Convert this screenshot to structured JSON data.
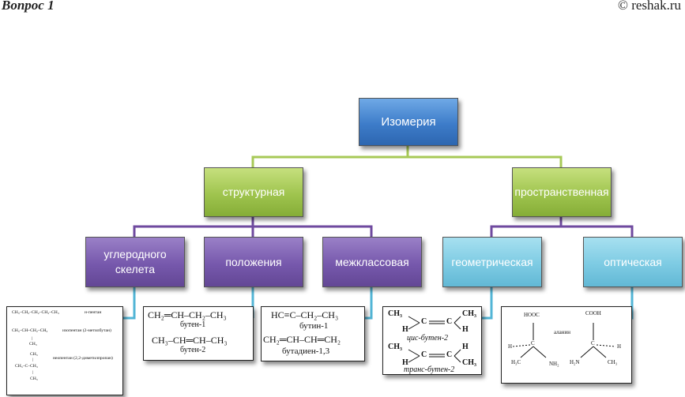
{
  "header": {
    "left": "Вопрос 1",
    "right": "© reshak.ru"
  },
  "colors": {
    "root": "#3d7cc9",
    "level2": "#9fc44e",
    "purple": "#7658ac",
    "cyan": "#7dcbe3",
    "green_line": "#a7c957",
    "purple_line": "#6f4a9f",
    "cyan_line": "#52b5d6"
  },
  "nodes": {
    "root": "Изомерия",
    "structural": "структурная",
    "spatial": "пространственная",
    "carbon_line1": "углеродного",
    "carbon_line2": "скелета",
    "position": "положения",
    "interclass": "межклассовая",
    "geometric": "геометрическая",
    "optical": "оптическая"
  },
  "examples": {
    "skeleton": {
      "r1_formula": "CH₃–CH₂–CH₂–CH₂–CH₃",
      "r1_name": "н-пентан",
      "r2_formula": "CH₃–CH–CH₂–CH₃",
      "r2_name": "изопентан (2-метилбутан)",
      "r2_branch": "CH₃",
      "r3_top": "CH₃",
      "r3_formula": "CH₃–C–CH₃",
      "r3_name": "неопентан (2,2-диметилпропан)",
      "r3_bottom": "CH₃"
    },
    "position": {
      "f1": "CH₂═CH–CH₂–CH₃",
      "n1": "бутен-1",
      "f2": "CH₃–CH═CH–CH₃",
      "n2": "бутен-2"
    },
    "interclass": {
      "f1": "HC≡C–CH₂–CH₃",
      "n1": "бутин-1",
      "f2": "CH₂═CH–CH═CH₂",
      "n2": "бутадиен-1,3"
    },
    "geometric": {
      "cis_label": "цис-бутен-2",
      "trans_label": "транс-бутен-2",
      "ch3": "CH₃",
      "h": "H",
      "c": "C"
    },
    "optical": {
      "cooh_left": "HOOC",
      "cooh_right": "COOH",
      "label": "аланин",
      "c": "C",
      "h": "H",
      "nh2": "NH₂",
      "h2n": "H₂N",
      "h3c": "H₃C",
      "ch3": "CH₃"
    }
  }
}
